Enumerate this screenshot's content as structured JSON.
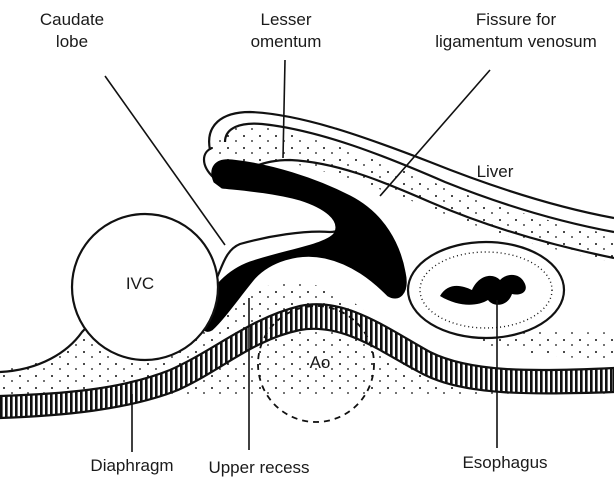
{
  "labels": {
    "caudate_lobe": [
      "Caudate",
      "lobe"
    ],
    "lesser_omentum": [
      "Lesser",
      "omentum"
    ],
    "fissure": [
      "Fissure for",
      "ligamentum venosum"
    ],
    "liver": "Liver",
    "ivc": "IVC",
    "ao": "Ao",
    "diaphragm": "Diaphragm",
    "upper_recess": "Upper recess",
    "esophagus": "Esophagus"
  },
  "colors": {
    "ink": "#111111",
    "paper": "#ffffff"
  }
}
